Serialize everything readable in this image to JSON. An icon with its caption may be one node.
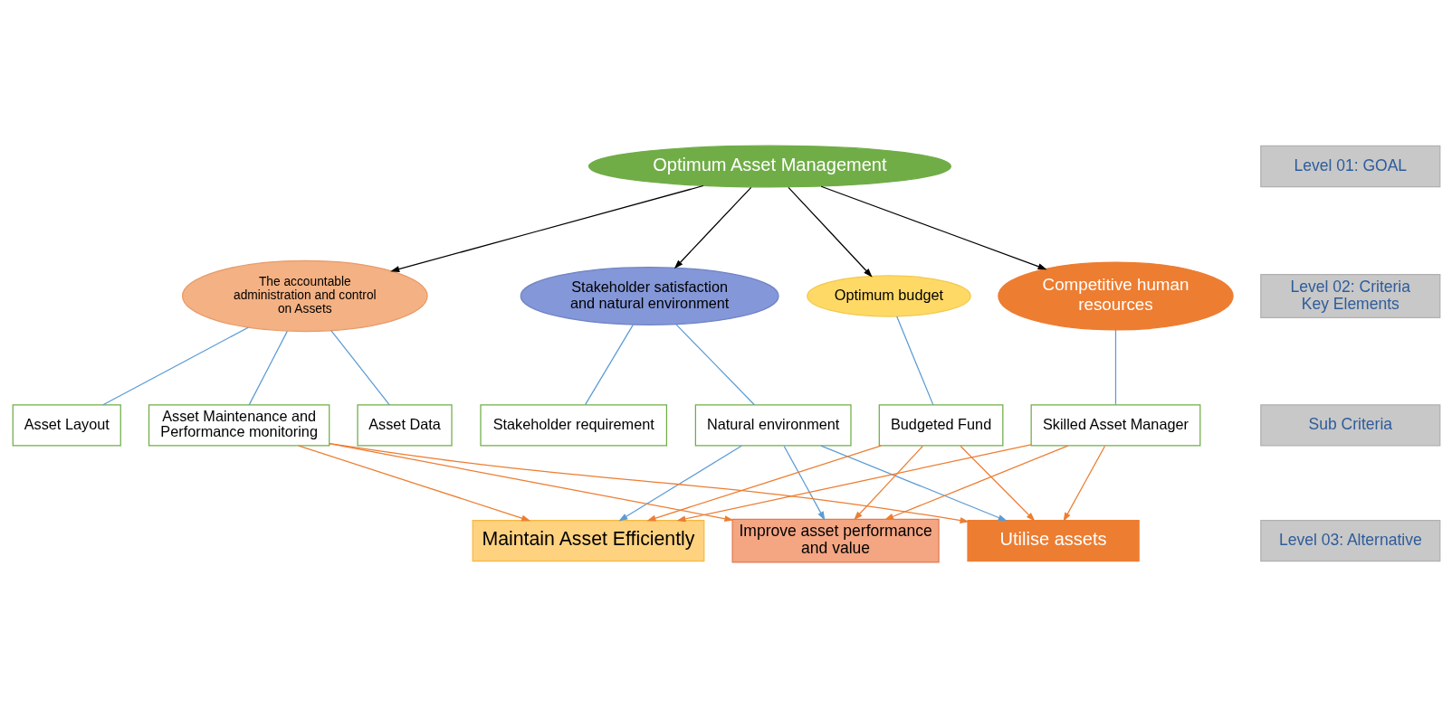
{
  "diagram": {
    "nodes": [
      {
        "text": [
          "Optimum Asset Management"
        ]
      },
      {
        "text": [
          "Stakeholder satisfaction and natural environment"
        ]
      },
      {
        "text": [
          "Optimum budget"
        ]
      },
      {
        "text": [
          "The accountable administration and control on Assets"
        ]
      },
      {
        "text": [
          "Competitive human resources"
        ]
      },
      {
        "text": [
          "Stakeholder requirement"
        ]
      },
      {
        "text": [
          "Natural environment"
        ]
      },
      {
        "text": [
          "Budgeted Fund"
        ]
      },
      {
        "text": [
          "Asset Data"
        ]
      },
      {
        "text": [
          "Asset Layout"
        ]
      },
      {
        "text": [
          "Asset Maintenance and Performance monitoring"
        ]
      },
      {
        "text": [
          "Skilled Asset Manager"
        ]
      },
      {
        "text": [
          "Maintain Asset Efficiently"
        ]
      },
      {
        "text": [
          "Improve asset performance and value"
        ]
      },
      {
        "text": [
          "Utilise assets"
        ]
      },
      {
        "text": [
          "Level 01: GOAL"
        ]
      },
      {
        "text": [
          "Level 02: Criteria",
          "Key Elements"
        ]
      },
      {
        "text": [
          "Sub Criteria"
        ]
      },
      {
        "text": [
          "Level 03: Alternative"
        ]
      }
    ],
    "edges": [
      {
        "from": 0,
        "to": 1,
        "arrow": "to",
        "color": "#000000"
      },
      {
        "from": 0,
        "to": 2,
        "arrow": "to",
        "color": "#000000"
      },
      {
        "from": 0,
        "to": 3,
        "arrow": "to",
        "color": "#000000"
      },
      {
        "from": 0,
        "to": 4,
        "arrow": "to",
        "color": "#000000"
      },
      {
        "from": 1,
        "to": 5,
        "arrow": "none",
        "color": "#5b9bd5"
      },
      {
        "from": 1,
        "to": 6,
        "arrow": "none",
        "color": "#5b9bd5"
      },
      {
        "from": 2,
        "to": 7,
        "arrow": "none",
        "color": "#5b9bd5"
      },
      {
        "from": 3,
        "to": 8,
        "arrow": "none",
        "color": "#5b9bd5"
      },
      {
        "from": 3,
        "to": 9,
        "arrow": "none",
        "color": "#5b9bd5"
      },
      {
        "from": 3,
        "to": 10,
        "arrow": "none",
        "color": "#5b9bd5"
      },
      {
        "from": 4,
        "to": 11,
        "arrow": "none",
        "color": "#5b9bd5"
      },
      {
        "from": 6,
        "to": 12,
        "arrow": "to",
        "color": "#5b9bd5"
      },
      {
        "from": 6,
        "to": 13,
        "arrow": "to",
        "color": "#5b9bd5"
      },
      {
        "from": 6,
        "to": 14,
        "arrow": "to",
        "color": "#5b9bd5"
      },
      {
        "from": 7,
        "to": 12,
        "arrow": "to",
        "color": "#ed7d31"
      },
      {
        "from": 7,
        "to": 13,
        "arrow": "to",
        "color": "#ed7d31"
      },
      {
        "from": 7,
        "to": 14,
        "arrow": "to",
        "color": "#ed7d31"
      },
      {
        "from": 11,
        "to": 12,
        "arrow": "to",
        "color": "#ed7d31"
      },
      {
        "from": 11,
        "to": 13,
        "arrow": "to",
        "color": "#ed7d31"
      },
      {
        "from": 11,
        "to": 14,
        "arrow": "to",
        "color": "#ed7d31"
      },
      {
        "from": 10,
        "to": 12,
        "arrow": "to",
        "color": "#ed7d31"
      },
      {
        "from": 10,
        "to": 13,
        "arrow": "to",
        "color": "#ed7d31"
      },
      {
        "from": 10,
        "to": 14,
        "arrow": "to",
        "color": "#ed7d31"
      }
    ]
  }
}
